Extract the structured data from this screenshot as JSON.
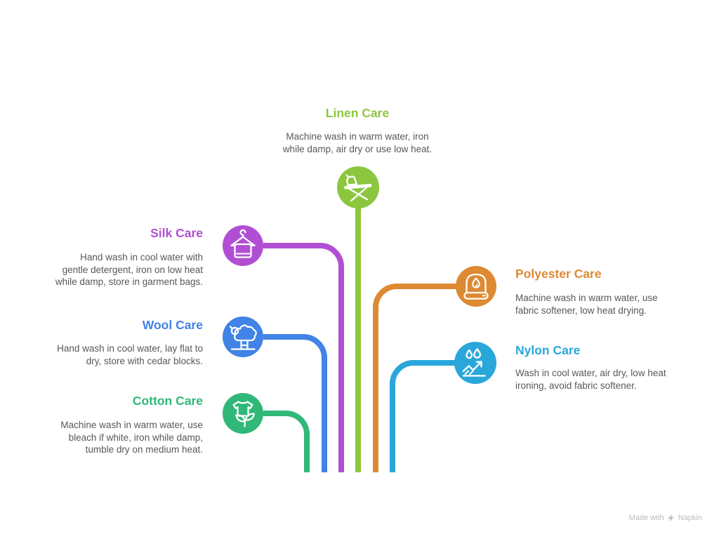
{
  "items": [
    {
      "id": "linen",
      "label": "Linen Care",
      "desc_lines": [
        "Machine wash in warm water, iron",
        "while damp, air dry or use low heat."
      ],
      "color": "#8CC63F",
      "icon": "ironing-board-icon"
    },
    {
      "id": "silk",
      "label": "Silk Care",
      "desc_lines": [
        "Hand wash in cool water with",
        "gentle detergent, iron on low heat",
        "while damp, store in garment bags."
      ],
      "color": "#B14FD4",
      "icon": "hanger-icon"
    },
    {
      "id": "wool",
      "label": "Wool Care",
      "desc_lines": [
        "Hand wash in cool water, lay flat to",
        "dry, store with cedar blocks."
      ],
      "color": "#4183E6",
      "icon": "sheep-icon"
    },
    {
      "id": "cotton",
      "label": "Cotton Care",
      "desc_lines": [
        "Machine wash in warm water, use",
        "bleach if white, iron while damp,",
        "tumble dry on medium heat."
      ],
      "color": "#30B878",
      "icon": "shirt-sprout-icon"
    },
    {
      "id": "polyester",
      "label": "Polyester Care",
      "desc_lines": [
        "Machine wash in warm water, use",
        "fabric softener, low heat drying."
      ],
      "color": "#DD8A33",
      "icon": "folded-fabric-icon"
    },
    {
      "id": "nylon",
      "label": "Nylon Care",
      "desc_lines": [
        "Wash in cool water, air dry, low heat",
        "ironing, avoid fabric softener."
      ],
      "color": "#29A7DB",
      "icon": "water-repellent-icon"
    }
  ],
  "watermark": {
    "prefix": "Made with",
    "brand": "Napkin"
  },
  "colors": {
    "background": "#FFFFFF",
    "description_text": "#55585C",
    "watermark_text": "#B9BDC2"
  }
}
